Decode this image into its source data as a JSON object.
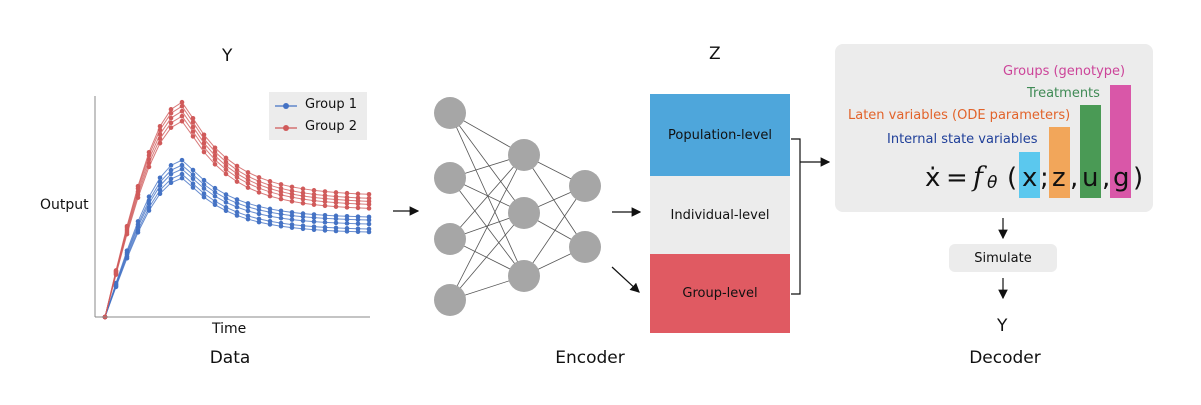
{
  "data_panel": {
    "top_label": "Y",
    "y_axis_label": "Output",
    "x_axis_label": "Time",
    "section_label": "Data",
    "legend": [
      {
        "label": "Group 1",
        "color": "#4472c4"
      },
      {
        "label": "Group 2",
        "color": "#d05a5a"
      }
    ]
  },
  "chart_data": {
    "type": "line",
    "title": "",
    "xlabel": "Time",
    "ylabel": "Output",
    "series": [
      {
        "name": "Group 1",
        "color": "#4472c4",
        "curves": 5
      },
      {
        "name": "Group 2",
        "color": "#d05a5a",
        "curves": 5
      }
    ]
  },
  "encoder": {
    "section_label": "Encoder",
    "layers": [
      4,
      3,
      2
    ],
    "node_color": "#a6a6a6"
  },
  "latent": {
    "top_label": "Z",
    "levels": [
      {
        "label": "Population-level",
        "color": "#4ea6db"
      },
      {
        "label": "Individual-level",
        "color": "#ececec"
      },
      {
        "label": "Group-level",
        "color": "#e05a62"
      }
    ]
  },
  "decoder": {
    "section_label": "Decoder",
    "simulate_label": "Simulate",
    "output_label": "Y",
    "annotations": {
      "groups": {
        "label": "Groups (genotype)",
        "color": "#cc4499"
      },
      "treatments": {
        "label": "Treatments",
        "color": "#3f8a55"
      },
      "latent": {
        "label": "Laten variables (ODE parameters)",
        "color": "#e2632a"
      },
      "internal": {
        "label": "Internal state variables",
        "color": "#1f3f99"
      }
    },
    "equation": {
      "lhs": "ẋ",
      "equals": "=",
      "func": "f",
      "sub": "θ",
      "open": "(",
      "x": "x",
      "sep1": ";",
      "z": "z",
      "sep2": ",",
      "u": "u",
      "sep3": ",",
      "g": "g",
      "close": ")"
    },
    "bar_colors": {
      "x": "#5bc8ee",
      "z": "#f2a65a",
      "u": "#4a9a55",
      "g": "#d957a8"
    }
  }
}
